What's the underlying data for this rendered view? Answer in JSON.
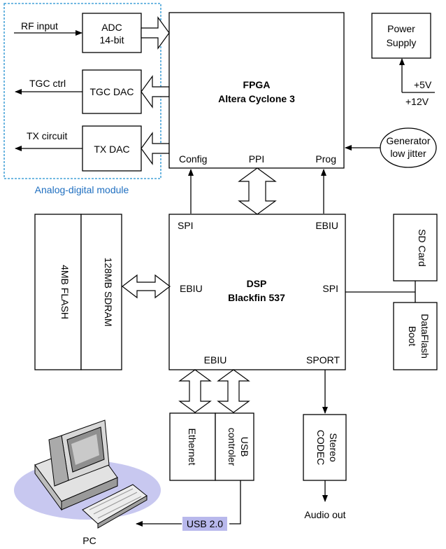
{
  "module_label": "Analog-digital module",
  "adc": {
    "line1": "ADC",
    "line2": "14-bit"
  },
  "rf_input": "RF input",
  "tgc_ctrl": "TGC ctrl",
  "tgc_dac": "TGC DAC",
  "tx_circuit": "TX circuit",
  "tx_dac": "TX DAC",
  "fpga": {
    "line1": "FPGA",
    "line2": "Altera Cyclone 3",
    "config": "Config",
    "ppi": "PPI",
    "prog": "Prog"
  },
  "power": {
    "line1": "Power",
    "line2": "Supply",
    "v5": "+5V",
    "v12": "+12V"
  },
  "generator": {
    "line1": "Generator",
    "line2": "low jitter"
  },
  "dsp": {
    "line1": "DSP",
    "line2": "Blackfin 537",
    "spi_top": "SPI",
    "ebiu_top": "EBIU",
    "ebiu_left": "EBIU",
    "spi_right": "SPI",
    "ebiu_bottom": "EBIU",
    "sport": "SPORT"
  },
  "flash": "4MB FLASH",
  "sdram": "128MB SDRAM",
  "sdcard": "SD Card",
  "bootflash": {
    "line1": "Boot",
    "line2": "DataFlash"
  },
  "ethernet": "Ethernet",
  "usb_ctrl": {
    "line1": "USB",
    "line2": "controler"
  },
  "codec": {
    "line1": "Stereo",
    "line2": "CODEC"
  },
  "audio_out": "Audio out",
  "usb20": "USB 2.0",
  "pc": "PC",
  "colors": {
    "module_border": "#1f8fd0",
    "module_label": "#1f6fc0",
    "usb_highlight": "#b8b8ec",
    "pc_shadow": "#c8c8f0"
  }
}
